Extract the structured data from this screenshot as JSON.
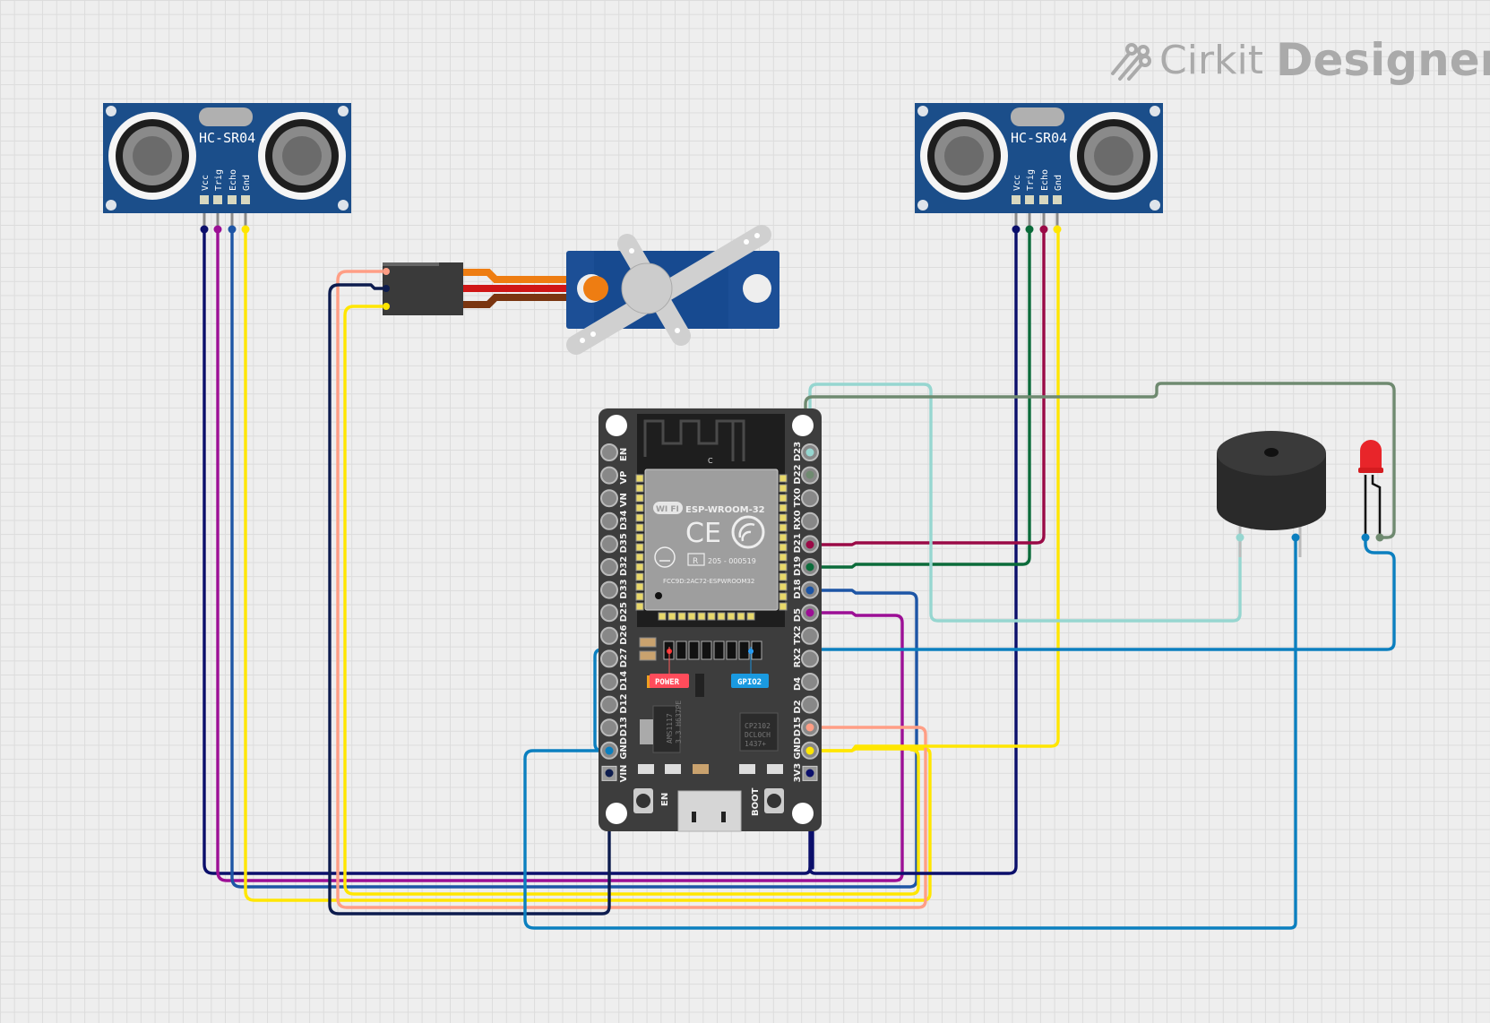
{
  "logo": {
    "brand": "Cirkit",
    "product": "Designer"
  },
  "sensors": [
    {
      "id": "left",
      "label": "HC-SR04",
      "pins": [
        "Vcc",
        "Trig",
        "Echo",
        "Gnd"
      ]
    },
    {
      "id": "right",
      "label": "HC-SR04",
      "pins": [
        "Vcc",
        "Trig",
        "Echo",
        "Gnd"
      ]
    }
  ],
  "board": {
    "module_title": "ESP-WROOM-32",
    "wifi_badge": "WI FI",
    "cert_r": "R",
    "cert_code": "205 - 000519",
    "fcc": "FCC9D:2AC72-ESPWROOM32",
    "antenna_label": "C",
    "power_label": "POWER",
    "gpio_label": "GPIO2",
    "regulator_text": [
      "AMS1117",
      "3.3 H637PE"
    ],
    "usb_chip_text": [
      "CP2102",
      "DCL0CH",
      "1437+"
    ],
    "en_button": "EN",
    "boot_button": "BOOT",
    "left_pins": [
      "EN",
      "VP",
      "VN",
      "D34",
      "D35",
      "D32",
      "D33",
      "D25",
      "D26",
      "D27",
      "D14",
      "D12",
      "D13",
      "GND",
      "VIN"
    ],
    "right_pins": [
      "D23",
      "D22",
      "TX0",
      "RX0",
      "D21",
      "D19",
      "D18",
      "D5",
      "TX2",
      "RX2",
      "D4",
      "D2",
      "D15",
      "GND",
      "3V3"
    ]
  },
  "colors": {
    "navy": "#0b0f6b",
    "dark_navy": "#0d1c4e",
    "purple": "#9c0f95",
    "blue": "#1d55a5",
    "yellow": "#ffe600",
    "salmon": "#ff9e85",
    "maroon": "#9a0a46",
    "green": "#0b6b3a",
    "teal": "#96d6d0",
    "gray_green": "#6f8a70",
    "cyan_blue": "#0b7fbf"
  },
  "connections": [
    {
      "from": "left-sensor.Vcc",
      "to": "esp32.3V3",
      "color": "navy"
    },
    {
      "from": "left-sensor.Trig",
      "to": "esp32.D5",
      "color": "purple"
    },
    {
      "from": "left-sensor.Echo",
      "to": "esp32.D18",
      "color": "blue"
    },
    {
      "from": "left-sensor.Gnd",
      "to": "esp32.GND",
      "color": "yellow"
    },
    {
      "from": "right-sensor.Vcc",
      "to": "esp32.3V3",
      "color": "navy"
    },
    {
      "from": "right-sensor.Trig",
      "to": "esp32.D19",
      "color": "green"
    },
    {
      "from": "right-sensor.Echo",
      "to": "esp32.D21",
      "color": "maroon"
    },
    {
      "from": "right-sensor.Gnd",
      "to": "esp32.GND",
      "color": "yellow"
    },
    {
      "from": "servo.signal",
      "to": "esp32.D15",
      "color": "salmon"
    },
    {
      "from": "servo.vcc",
      "to": "esp32.VIN",
      "color": "dark_navy"
    },
    {
      "from": "servo.gnd",
      "to": "esp32.GND",
      "color": "yellow"
    },
    {
      "from": "buzzer.pin1",
      "to": "esp32.D23",
      "color": "teal"
    },
    {
      "from": "buzzer.pin2",
      "to": "esp32.GND",
      "color": "cyan_blue"
    },
    {
      "from": "led.anode",
      "to": "esp32.D22",
      "color": "gray_green"
    },
    {
      "from": "led.cathode",
      "to": "esp32.GND",
      "color": "cyan_blue"
    }
  ]
}
